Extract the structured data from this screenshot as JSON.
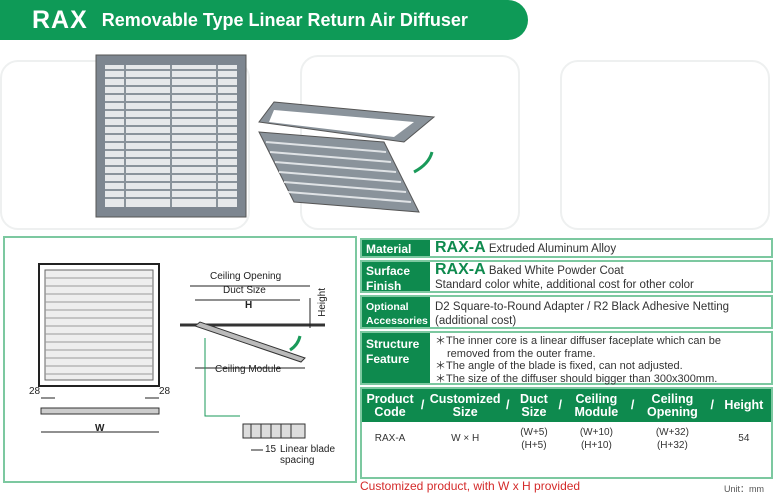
{
  "header": {
    "code": "RAX",
    "title": "Removable Type Linear Return Air Diffuser"
  },
  "diagram": {
    "ceiling_opening": "Ceiling Opening",
    "duct_size": "Duct Size",
    "h": "H",
    "height": "Height",
    "ceiling_module": "Ceiling Module",
    "dim_left": "28",
    "dim_right": "28",
    "w": "W",
    "blade_dim": "15",
    "blade_label": "Linear blade spacing"
  },
  "specs": {
    "material": {
      "label": "Material",
      "code": "RAX-A",
      "text": "Extruded Aluminum Alloy"
    },
    "surface": {
      "label1": "Surface",
      "label2": "Finish",
      "code": "RAX-A",
      "text": "Baked White Powder Coat",
      "text2": "Standard color white, additional cost for other color"
    },
    "optional": {
      "label1": "Optional",
      "label2": "Accessories",
      "text1": "D2 Square-to-Round Adapter / R2 Black Adhesive Netting",
      "text2": "(additional cost)"
    },
    "structure": {
      "label1": "Structure",
      "label2": "Feature",
      "items": [
        "＊The inner core is a linear diffuser faceplate which can be",
        "removed from the outer frame.",
        "＊The angle of the blade is fixed, can not adjusted.",
        "＊The size of the diffuser should bigger than 300x300mm."
      ]
    }
  },
  "product_table": {
    "headers": [
      [
        "Product",
        "Code"
      ],
      [
        "Customized",
        "Size"
      ],
      [
        "Duct",
        "Size"
      ],
      [
        "Ceiling",
        "Module"
      ],
      [
        "Ceiling",
        "Opening"
      ],
      [
        "Height",
        ""
      ]
    ],
    "separator": "/",
    "row": [
      [
        "RAX-A",
        ""
      ],
      [
        "W × H",
        ""
      ],
      [
        "(W+5)",
        "(H+5)"
      ],
      [
        "(W+10)",
        "(H+10)"
      ],
      [
        "(W+32)",
        "(H+32)"
      ],
      [
        "54",
        ""
      ]
    ]
  },
  "note": "Customized product, with W x H provided",
  "unit": "Unit：mm"
}
